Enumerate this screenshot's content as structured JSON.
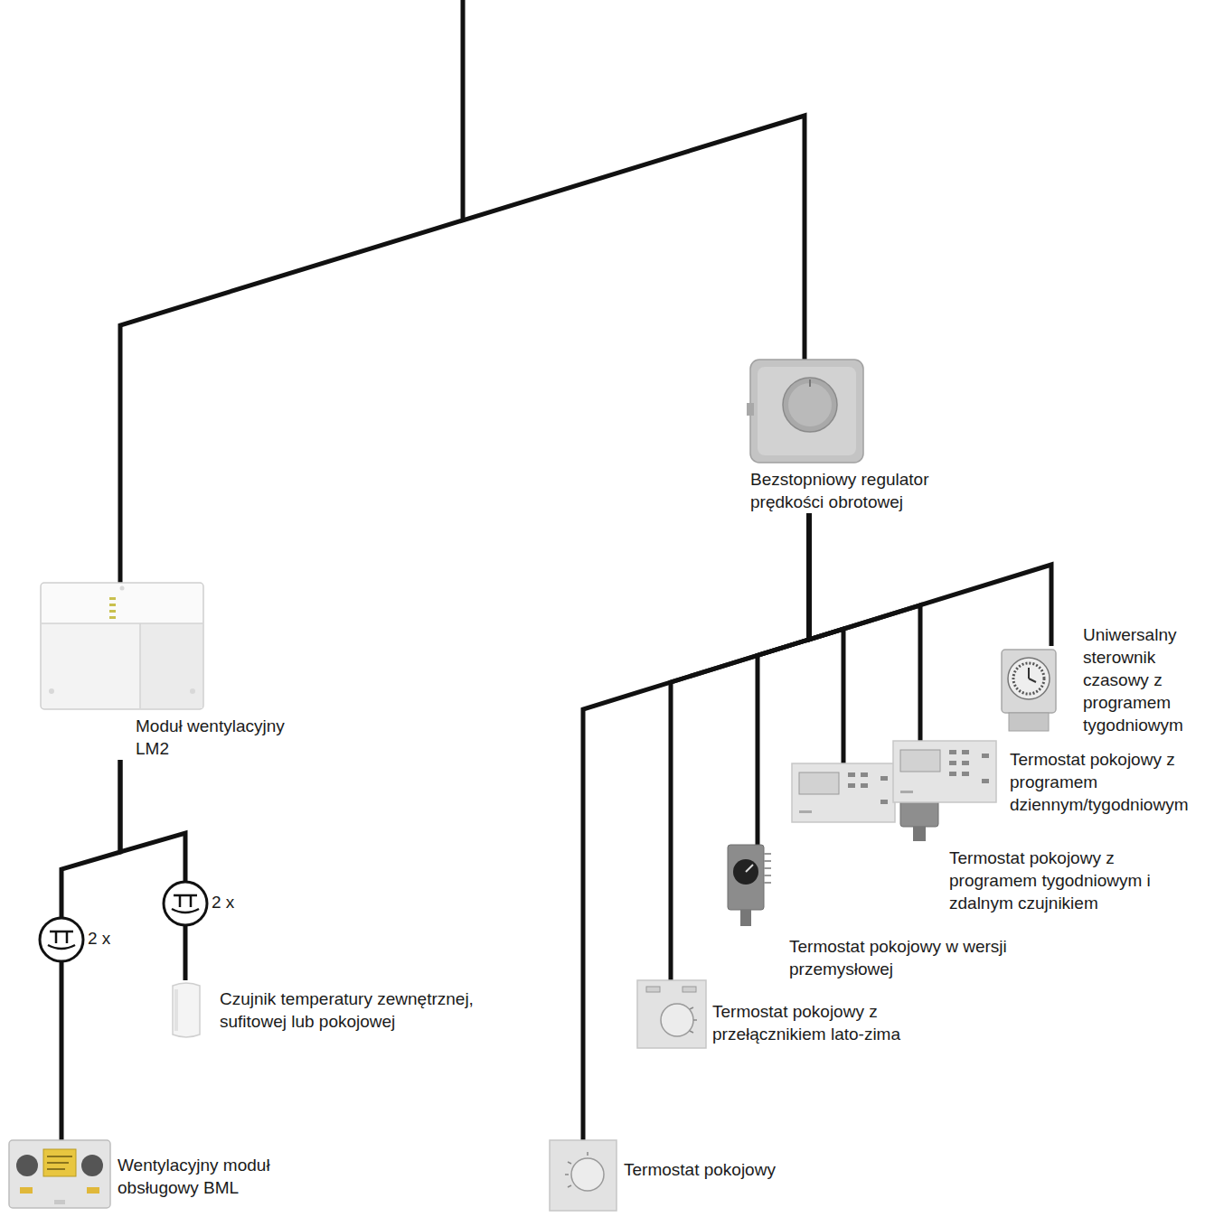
{
  "diagram": {
    "nodes": [
      {
        "text": [
          "Moduł wentylacyjny LM2"
        ]
      },
      {
        "text": [
          "Bezstopniowy regulator prędkości obrotowej"
        ]
      },
      {
        "text": [
          "Wentylacyjny moduł obsługowy BML"
        ]
      },
      {
        "text": [
          "Czujnik temperatury zewnętrznej, sufitowej lub pokojowej"
        ]
      },
      {
        "text": [
          "Termostat pokojowy"
        ]
      },
      {
        "text": [
          "Termostat pokojowy z przełącznikiem lato-zima"
        ]
      },
      {
        "text": [
          "Termostat pokojowy w wersji przemysłowej"
        ]
      },
      {
        "text": [
          "Termostat pokojowy z programem tygodniowym i zdalnym czujnikiem"
        ]
      },
      {
        "text": [
          "Termostat pokojowy z programem dziennym/tygodniowym"
        ]
      },
      {
        "text": [
          "Uniwersalny sterownik czasowy z programem tygodniowym"
        ]
      }
    ],
    "edges": [
      {
        "from": 0,
        "to": 2,
        "arrow": "none"
      },
      {
        "from": 0,
        "to": 3,
        "arrow": "none"
      },
      {
        "from": 1,
        "to": 4,
        "arrow": "none"
      },
      {
        "from": 1,
        "to": 5,
        "arrow": "none"
      },
      {
        "from": 1,
        "to": 6,
        "arrow": "none"
      },
      {
        "from": 1,
        "to": 7,
        "arrow": "none"
      },
      {
        "from": 1,
        "to": 8,
        "arrow": "none"
      },
      {
        "from": 1,
        "to": 9,
        "arrow": "none"
      }
    ],
    "labels": [
      "2 x",
      "2 x"
    ]
  }
}
